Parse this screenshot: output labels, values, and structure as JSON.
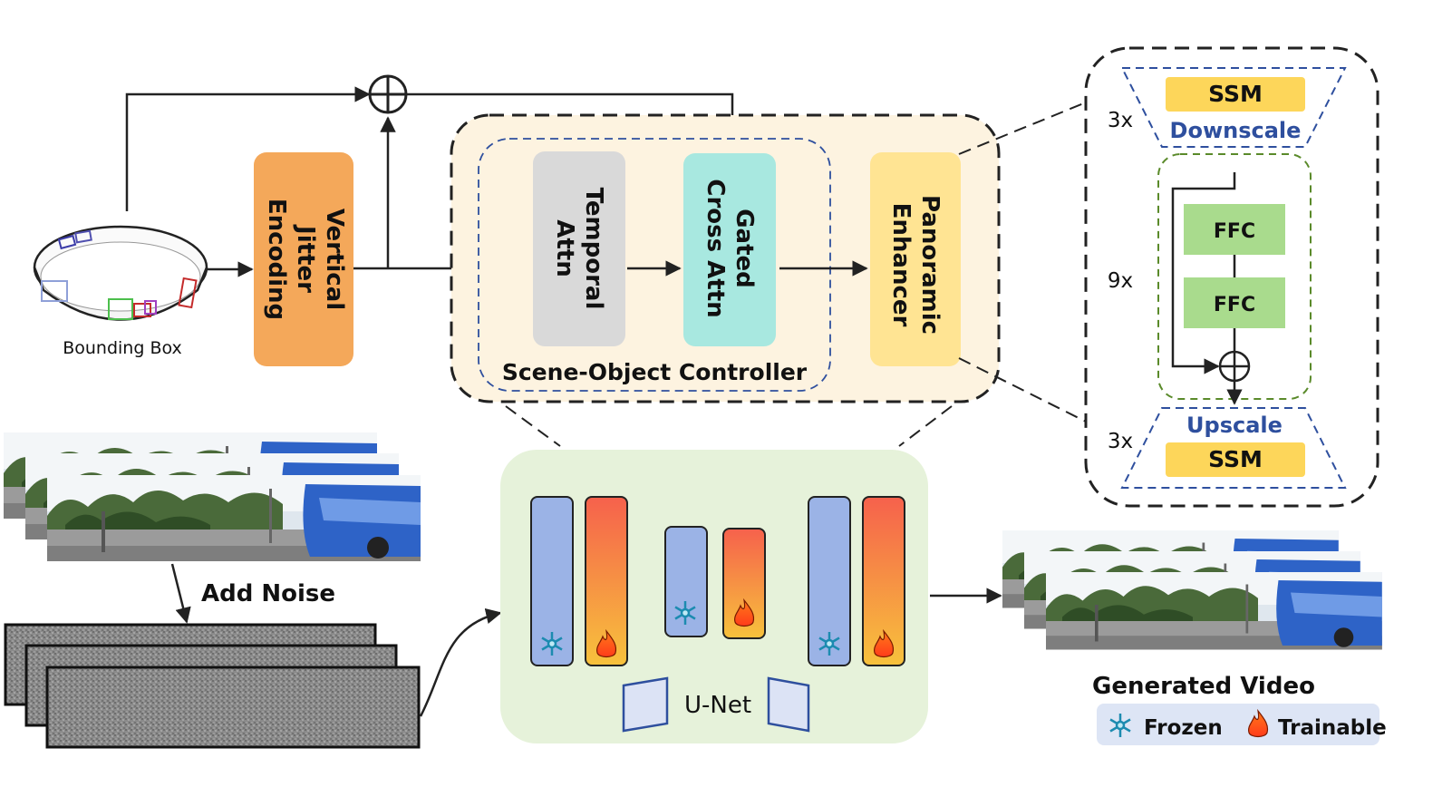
{
  "input": {
    "bbox_label": "Bounding Box"
  },
  "encoding": {
    "lines": [
      "Vertical",
      "Jitter",
      "Encoding"
    ]
  },
  "controller": {
    "title": "Scene-Object Controller",
    "temporal_attn": [
      "Temporal",
      "Attn"
    ],
    "gated_cross_attn": [
      "Gated",
      "Cross Attn"
    ],
    "panoramic_enhancer": [
      "Panoramic",
      "Enhancer"
    ]
  },
  "enhancer_detail": {
    "ssm_top": "SSM",
    "downscale": "Downscale",
    "ffc1": "FFC",
    "ffc2": "FFC",
    "upscale": "Upscale",
    "ssm_bottom": "SSM",
    "repeat_top": "3x",
    "repeat_mid": "9x",
    "repeat_bottom": "3x"
  },
  "noise": {
    "label": "Add Noise"
  },
  "unet": {
    "label": "U-Net"
  },
  "output": {
    "label": "Generated Video"
  },
  "legend": {
    "frozen": "Frozen",
    "trainable": "Trainable"
  },
  "colors": {
    "encoding": "#f4a85a",
    "temporal": "#d9d9d9",
    "gated": "#a8e8e0",
    "enhancer": "#ffe493",
    "controller_bg": "#fdf3e0",
    "unet_bg": "#e6f2da",
    "frozen_block": "#9bb3e6",
    "trainable_top": "#f6614c",
    "trainable_bottom": "#f7c23c",
    "ssm": "#fdd65a",
    "ffc": "#a9db8d",
    "blue_label": "#2e4f9e",
    "legend_bg": "#dde5f5"
  },
  "icons": [
    "plus-circle-icon",
    "snowflake-icon",
    "fire-icon",
    "arrow-icon",
    "bounding-box-ring-icon"
  ]
}
